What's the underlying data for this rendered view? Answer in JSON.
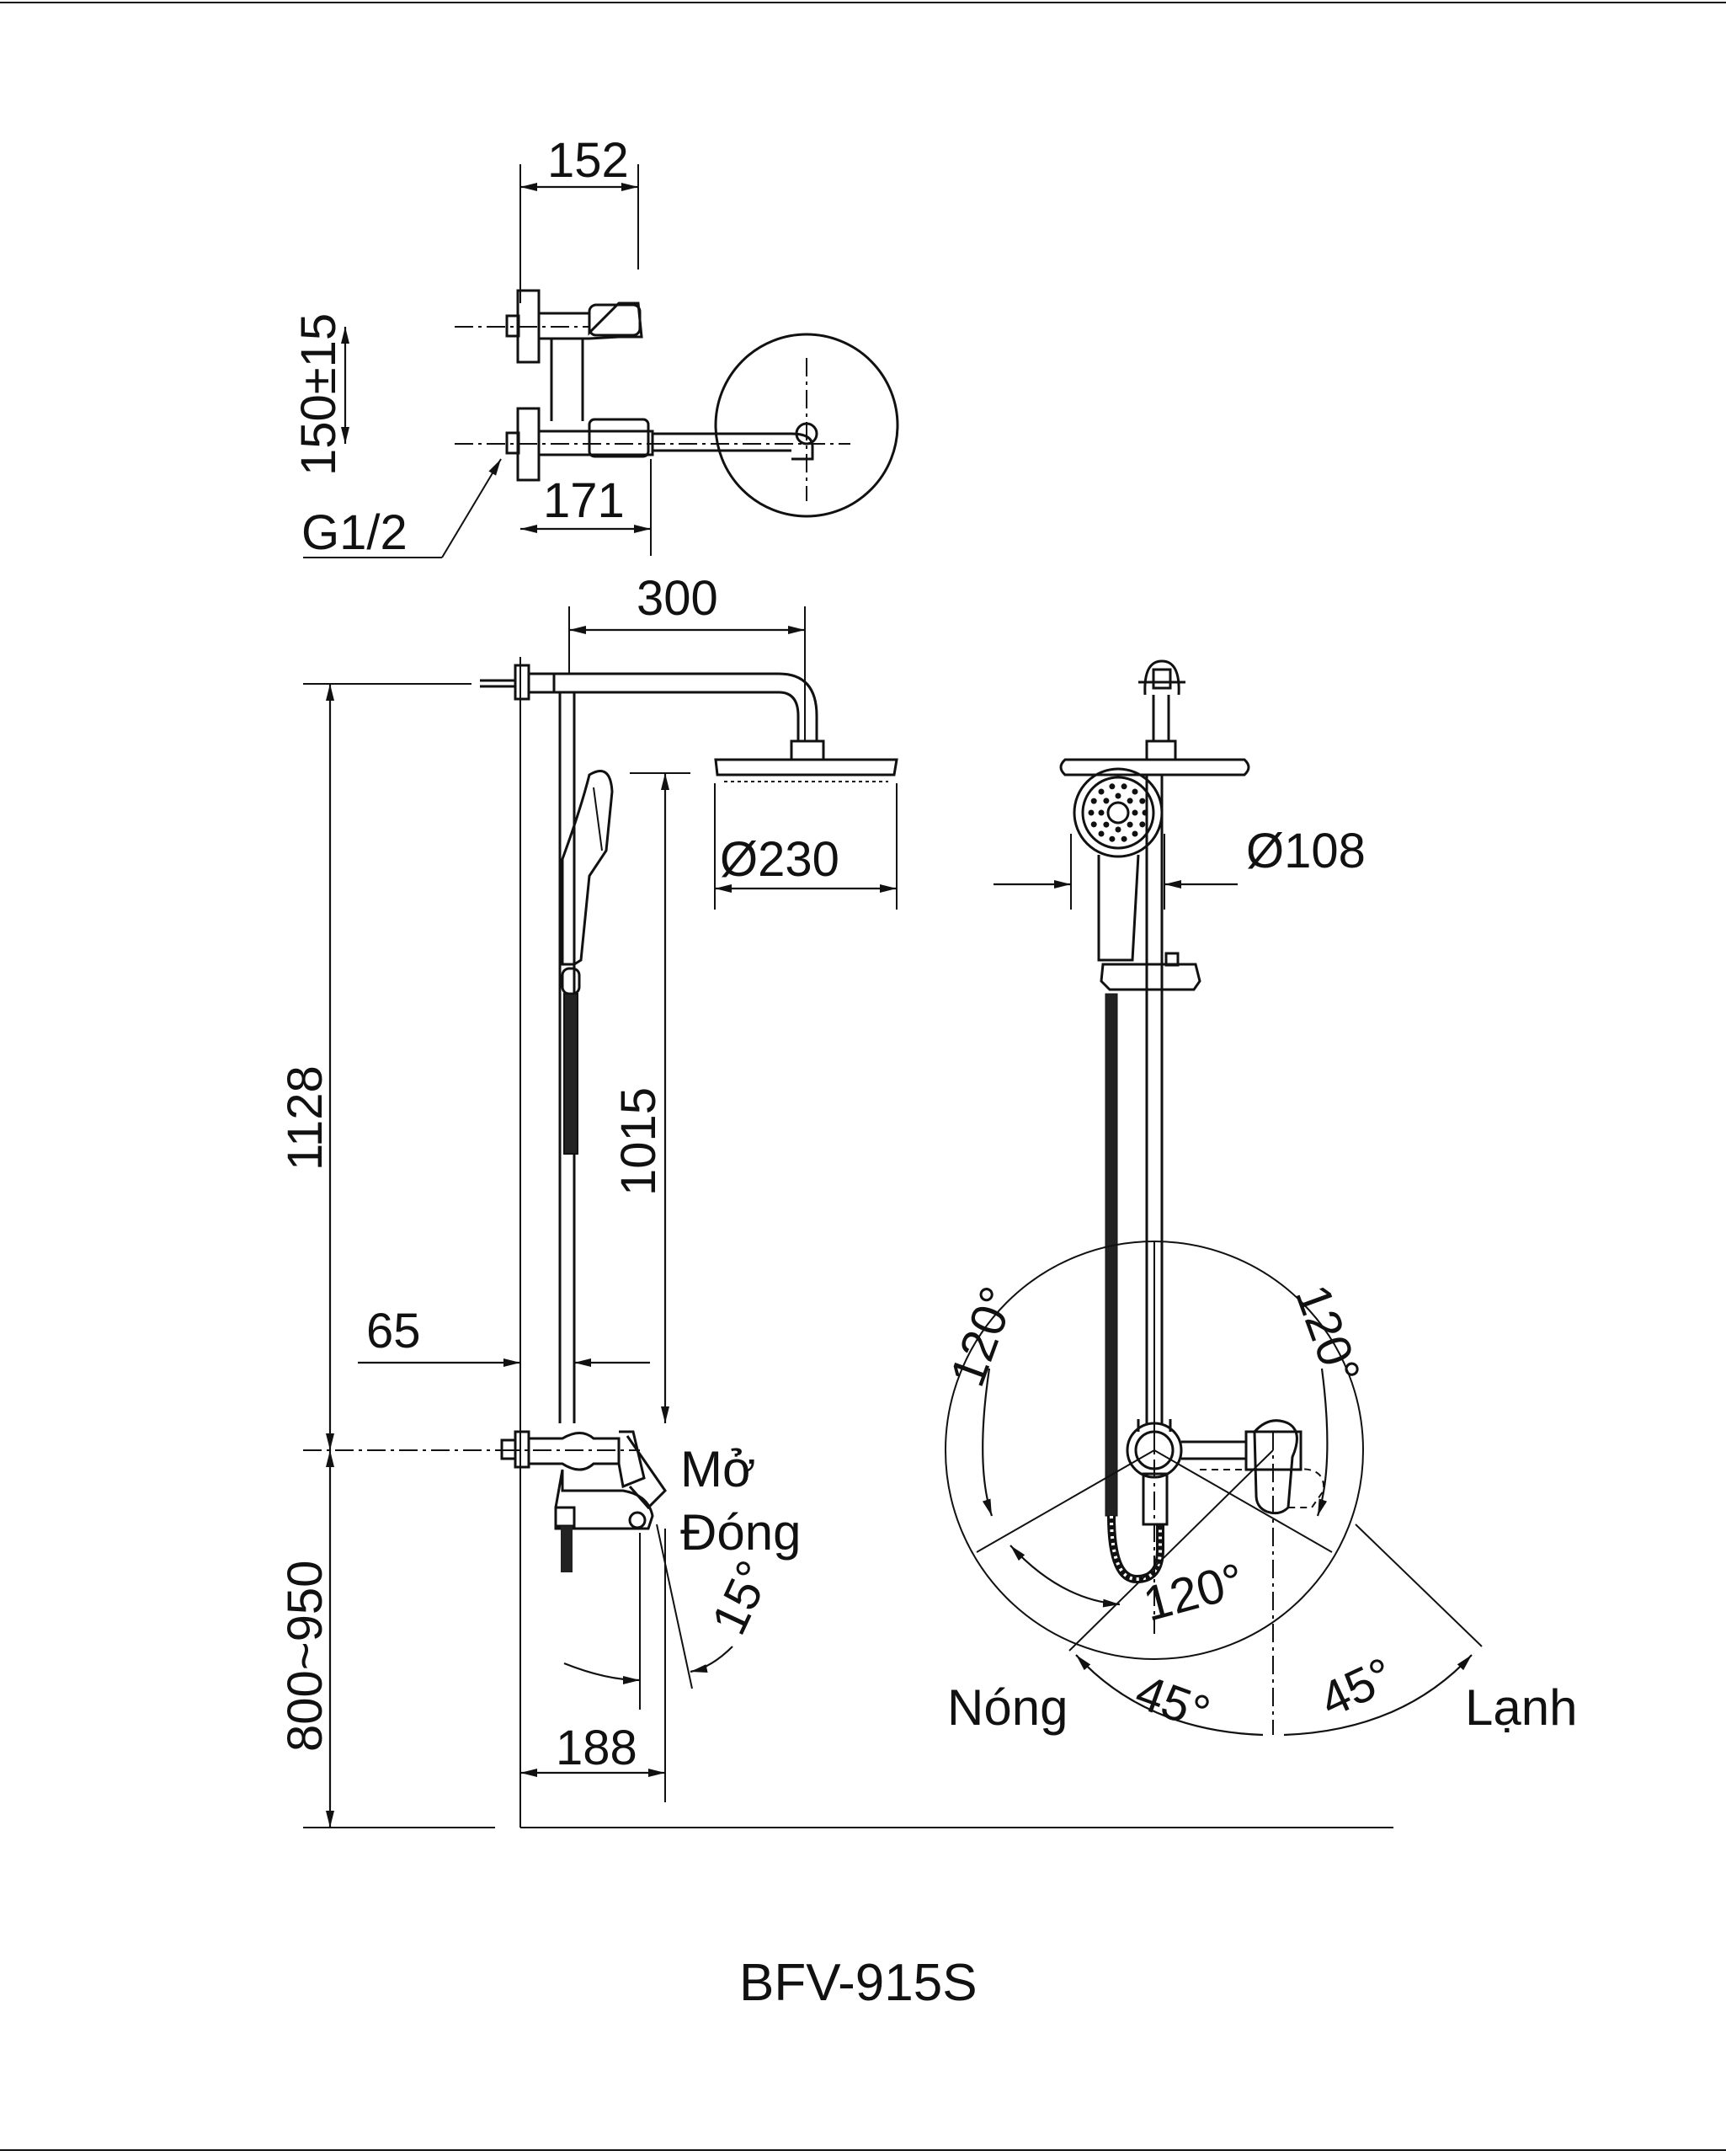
{
  "model": "BFV-915S",
  "dimensions": {
    "top_width": "152",
    "inlet_spacing": "150±15",
    "outlet_length": "171",
    "thread": "G1/2",
    "arm_length": "300",
    "overhead_diameter": "Ø230",
    "hand_diameter": "Ø108",
    "total_height": "1128",
    "slide_height": "1015",
    "wall_offset": "65",
    "mount_height": "800~950",
    "mixer_depth": "188",
    "tilt_angle": "15°"
  },
  "labels": {
    "open": "Mở",
    "close": "Đóng",
    "hot": "Nóng",
    "cold": "Lạnh",
    "angle_left": "120°",
    "angle_right": "120°",
    "angle_bottom": "120°",
    "angle_hot": "45°",
    "angle_cold": "45°"
  }
}
